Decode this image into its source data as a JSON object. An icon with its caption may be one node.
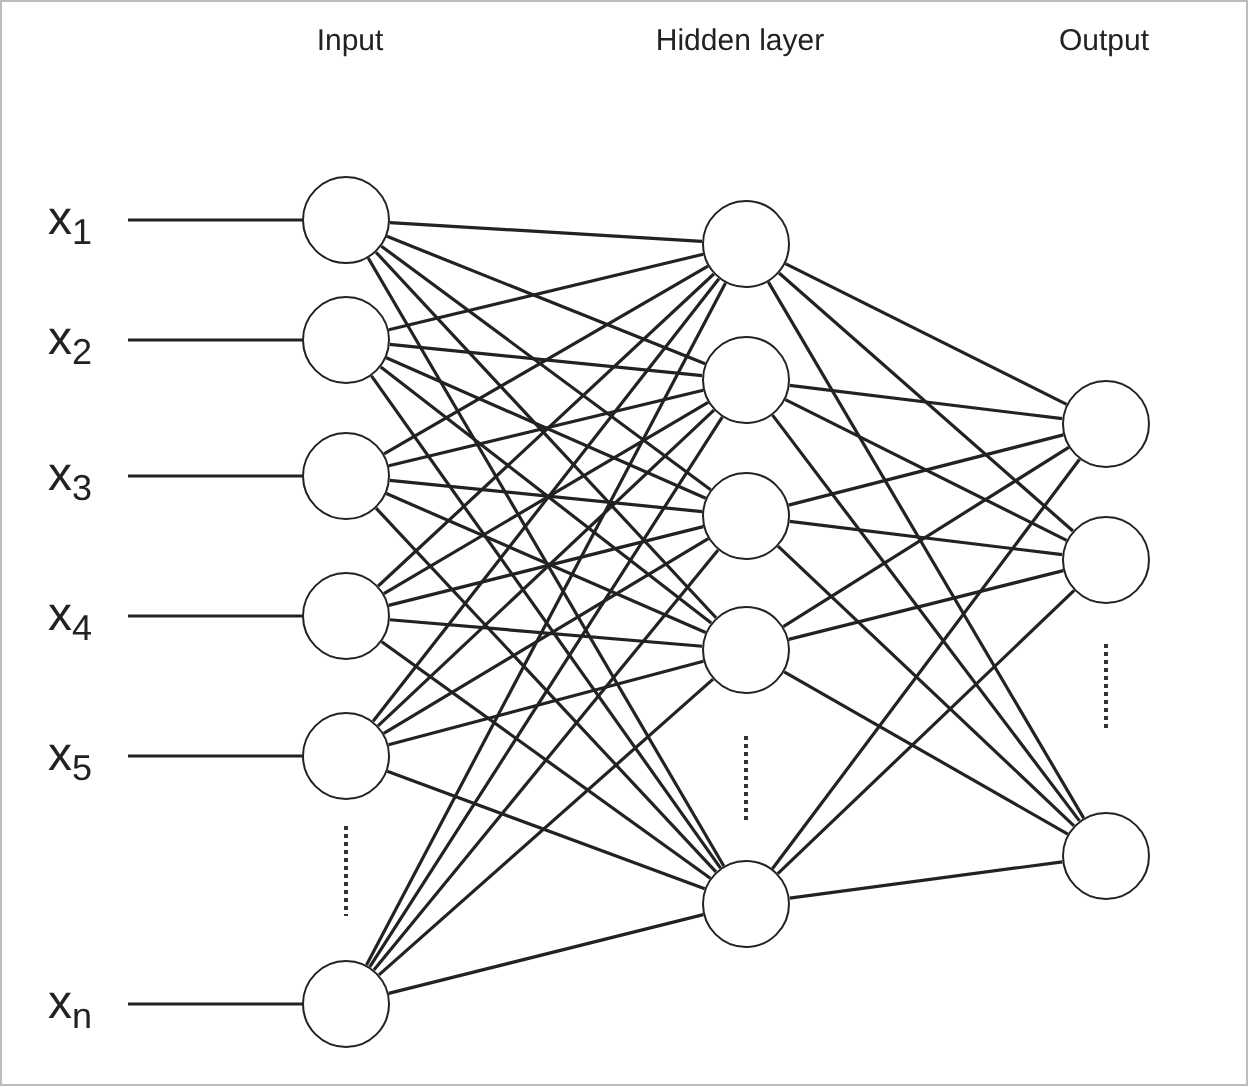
{
  "diagram": {
    "nodes": [
      {
        "text": [
          "x$_{1}$"
        ]
      },
      {
        "text": [
          "x$_{2}$"
        ]
      },
      {
        "text": [
          "x$_{3}$"
        ]
      },
      {
        "text": [
          "x$_{4}$"
        ]
      },
      {
        "text": [
          "x$_{5}$"
        ]
      },
      {
        "text": [
          "x$_{n}$"
        ]
      },
      {
        "text": [],
        "shape": "circle"
      },
      {
        "text": [],
        "shape": "circle"
      },
      {
        "text": [],
        "shape": "circle"
      },
      {
        "text": [],
        "shape": "circle"
      },
      {
        "text": [],
        "shape": "circle"
      },
      {
        "text": [],
        "shape": "circle"
      },
      {
        "text": [],
        "shape": "circle"
      },
      {
        "text": [],
        "shape": "circle"
      },
      {
        "text": [],
        "shape": "circle"
      },
      {
        "text": [],
        "shape": "circle"
      },
      {
        "text": [],
        "shape": "circle"
      },
      {
        "text": [],
        "shape": "circle"
      },
      {
        "text": [],
        "shape": "circle"
      },
      {
        "text": [],
        "shape": "circle"
      }
    ],
    "edges": [
      {
        "from": 0,
        "to": 6,
        "arrow": "none"
      },
      {
        "from": 1,
        "to": 7,
        "arrow": "none"
      },
      {
        "from": 2,
        "to": 8,
        "arrow": "none"
      },
      {
        "from": 3,
        "to": 9,
        "arrow": "none"
      },
      {
        "from": 4,
        "to": 10,
        "arrow": "none"
      },
      {
        "from": 5,
        "to": 11,
        "arrow": "none"
      },
      {
        "from": 6,
        "to": 12,
        "arrow": "none"
      },
      {
        "from": 6,
        "to": 13,
        "arrow": "none"
      },
      {
        "from": 6,
        "to": 14,
        "arrow": "none"
      },
      {
        "from": 6,
        "to": 15,
        "arrow": "none"
      },
      {
        "from": 6,
        "to": 16,
        "arrow": "none"
      },
      {
        "from": 7,
        "to": 12,
        "arrow": "none"
      },
      {
        "from": 7,
        "to": 13,
        "arrow": "none"
      },
      {
        "from": 7,
        "to": 14,
        "arrow": "none"
      },
      {
        "from": 7,
        "to": 15,
        "arrow": "none"
      },
      {
        "from": 7,
        "to": 16,
        "arrow": "none"
      },
      {
        "from": 8,
        "to": 12,
        "arrow": "none"
      },
      {
        "from": 8,
        "to": 13,
        "arrow": "none"
      },
      {
        "from": 8,
        "to": 14,
        "arrow": "none"
      },
      {
        "from": 8,
        "to": 15,
        "arrow": "none"
      },
      {
        "from": 8,
        "to": 16,
        "arrow": "none"
      },
      {
        "from": 9,
        "to": 12,
        "arrow": "none"
      },
      {
        "from": 9,
        "to": 13,
        "arrow": "none"
      },
      {
        "from": 9,
        "to": 14,
        "arrow": "none"
      },
      {
        "from": 9,
        "to": 15,
        "arrow": "none"
      },
      {
        "from": 9,
        "to": 16,
        "arrow": "none"
      },
      {
        "from": 10,
        "to": 12,
        "arrow": "none"
      },
      {
        "from": 10,
        "to": 13,
        "arrow": "none"
      },
      {
        "from": 10,
        "to": 14,
        "arrow": "none"
      },
      {
        "from": 10,
        "to": 15,
        "arrow": "none"
      },
      {
        "from": 10,
        "to": 16,
        "arrow": "none"
      },
      {
        "from": 11,
        "to": 12,
        "arrow": "none"
      },
      {
        "from": 11,
        "to": 13,
        "arrow": "none"
      },
      {
        "from": 11,
        "to": 14,
        "arrow": "none"
      },
      {
        "from": 11,
        "to": 15,
        "arrow": "none"
      },
      {
        "from": 11,
        "to": 16,
        "arrow": "none"
      },
      {
        "from": 12,
        "to": 17,
        "arrow": "none"
      },
      {
        "from": 12,
        "to": 18,
        "arrow": "none"
      },
      {
        "from": 12,
        "to": 19,
        "arrow": "none"
      },
      {
        "from": 13,
        "to": 17,
        "arrow": "none"
      },
      {
        "from": 13,
        "to": 18,
        "arrow": "none"
      },
      {
        "from": 13,
        "to": 19,
        "arrow": "none"
      },
      {
        "from": 14,
        "to": 17,
        "arrow": "none"
      },
      {
        "from": 14,
        "to": 18,
        "arrow": "none"
      },
      {
        "from": 14,
        "to": 19,
        "arrow": "none"
      },
      {
        "from": 15,
        "to": 17,
        "arrow": "none"
      },
      {
        "from": 15,
        "to": 18,
        "arrow": "none"
      },
      {
        "from": 15,
        "to": 19,
        "arrow": "none"
      },
      {
        "from": 16,
        "to": 17,
        "arrow": "none"
      },
      {
        "from": 16,
        "to": 18,
        "arrow": "none"
      },
      {
        "from": 16,
        "to": 19,
        "arrow": "none"
      }
    ],
    "labels": [
      "Input",
      "Hidden layer",
      "Output"
    ]
  }
}
